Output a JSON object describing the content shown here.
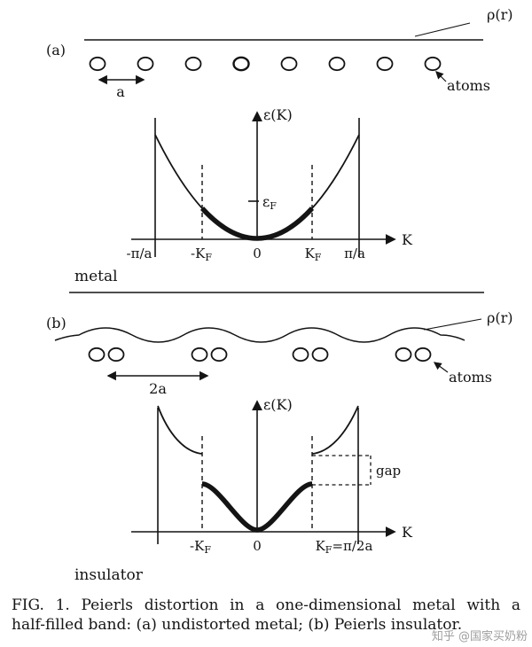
{
  "panel_a": {
    "label": "(a)",
    "rho": "ρ(r)",
    "atoms": "atoms",
    "spacing": "a",
    "eK": "ε(K)",
    "K": "K",
    "eF_main": "ε",
    "eF_sub": "F",
    "tick_neg_pi_a": "-π/a",
    "tick_neg_kf_main": "-K",
    "tick_neg_kf_sub": "F",
    "tick_zero": "0",
    "tick_kf_main": "K",
    "tick_kf_sub": "F",
    "tick_pi_a": "π/a",
    "state": "metal"
  },
  "panel_b": {
    "label": "(b)",
    "rho": "ρ(r)",
    "atoms": "atoms",
    "spacing": "2a",
    "eK": "ε(K)",
    "K": "K",
    "gap": "gap",
    "tick_neg_kf_main": "-K",
    "tick_neg_kf_sub": "F",
    "tick_zero": "0",
    "tick_kf_main": "K",
    "tick_kf_sub": "F",
    "tick_kf_eq": "=π/2a",
    "state": "insulator"
  },
  "caption": {
    "line1": "FIG. 1. Peierls distortion in a one-dimensional metal with a",
    "line2": "half-filled band: (a) undistorted metal; (b) Peierls insulator."
  },
  "watermark": "知乎 @国家买奶粉"
}
